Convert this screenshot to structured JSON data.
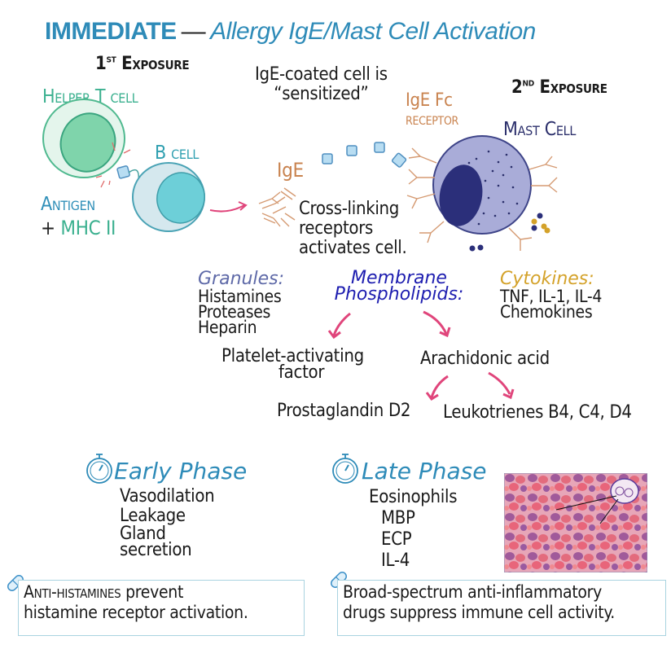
{
  "title": {
    "main": "IMMEDIATE",
    "dash": "—",
    "subtitle": "Allergy IgE/Mast Cell Activation"
  },
  "first_exposure": {
    "label_num": "1",
    "label_sup": "ST",
    "label_text": "Exposure",
    "helper_t_cell": "Helper T cell",
    "b_cell": "B cell",
    "antigen": "Antigen",
    "plus": "+",
    "mhc": "MHC II"
  },
  "second_exposure": {
    "label_num": "2",
    "label_sup": "ND",
    "label_text": "Exposure",
    "sensitized_line1": "IgE-coated cell is",
    "sensitized_line2": "“sensitized”",
    "ige": "IgE",
    "fc_receptor_line1": "IgE Fc",
    "fc_receptor_line2": "receptor",
    "mast_cell": "Mast Cell",
    "crosslink": [
      "Cross-linking",
      "receptors",
      "activates cell."
    ]
  },
  "mediators": {
    "granules": {
      "heading": "Granules:",
      "items": [
        "Histamines",
        "Proteases",
        "Heparin"
      ]
    },
    "membrane": {
      "heading_line1": "Membrane",
      "heading_line2": "Phospholipids:"
    },
    "cytokines": {
      "heading": "Cytokines:",
      "items": [
        "TNF, IL-1, IL-4",
        "Chemokines"
      ]
    },
    "paf_line1": "Platelet-activating",
    "paf_line2": "factor",
    "arachidonic": "Arachidonic acid",
    "prostaglandin": "Prostaglandin D2",
    "leukotrienes": "Leukotrienes B4, C4, D4"
  },
  "phases": {
    "early": {
      "heading": "Early Phase",
      "items": [
        "Vasodilation",
        "Leakage",
        "Gland",
        "secretion"
      ]
    },
    "late": {
      "heading": "Late Phase",
      "items": [
        "Eosinophils",
        "MBP",
        "ECP",
        "IL-4"
      ]
    }
  },
  "notes": {
    "left": {
      "caps": "Anti-histamines",
      "rest_line1": " prevent",
      "line2": "histamine receptor activation."
    },
    "right": {
      "line1": "Broad-spectrum anti-inflammatory",
      "line2": "drugs suppress immune cell activity."
    }
  },
  "colors": {
    "title_blue": "#2e8bb8",
    "helper_green": "#3bb08f",
    "bcell_teal": "#2f9fb0",
    "ige_orange": "#c9834f",
    "mast_navy": "#2b2f6b",
    "arrow_pink": "#e0457b",
    "granules_purple": "#5f6aa8",
    "membrane_blue": "#1e1eb0",
    "cytokines_gold": "#d4a22a"
  },
  "icons": [
    "stopwatch-icon",
    "pill-icon",
    "antibody-icon",
    "antigen-icon"
  ]
}
